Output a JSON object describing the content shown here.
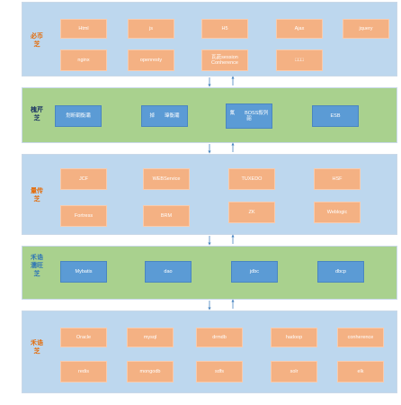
{
  "layers": [
    {
      "label": "必币芝",
      "style": "blue",
      "label_color": "#e46c0a",
      "boxes": [
        "Html",
        "js",
        "H5",
        "Ajax",
        "jquery",
        "nginx",
        "openresty",
        "瓦茈session Conherence",
        "□□□"
      ]
    },
    {
      "label": "槐芹芝",
      "style": "green",
      "label_color": "#1f3864",
      "boxes": [
        "划昕碉衡灞",
        "掉　　瑋衡灞",
        "氟　　BOSS叙列　　韶",
        "ESB"
      ]
    },
    {
      "label": "量传芝",
      "style": "blue",
      "label_color": "#e46c0a",
      "boxes": [
        "JCF",
        "WEBService",
        "TUXEDO",
        "HSF",
        "Fortress",
        "BRM",
        "ZK",
        "Weblogic"
      ]
    },
    {
      "label": "禾诰濡旺芝",
      "style": "green",
      "label_color": "#2e75b6",
      "boxes": [
        "Mybatis",
        "dao",
        "jdbc",
        "dbcp"
      ]
    },
    {
      "label": "禾诰芝",
      "style": "blue",
      "label_color": "#e46c0a",
      "boxes": [
        "Oracle",
        "mysql",
        "drmdb",
        "hadoop",
        "conherence",
        "redis",
        "mongodb",
        "sdfs",
        "solr",
        "elk"
      ]
    }
  ]
}
